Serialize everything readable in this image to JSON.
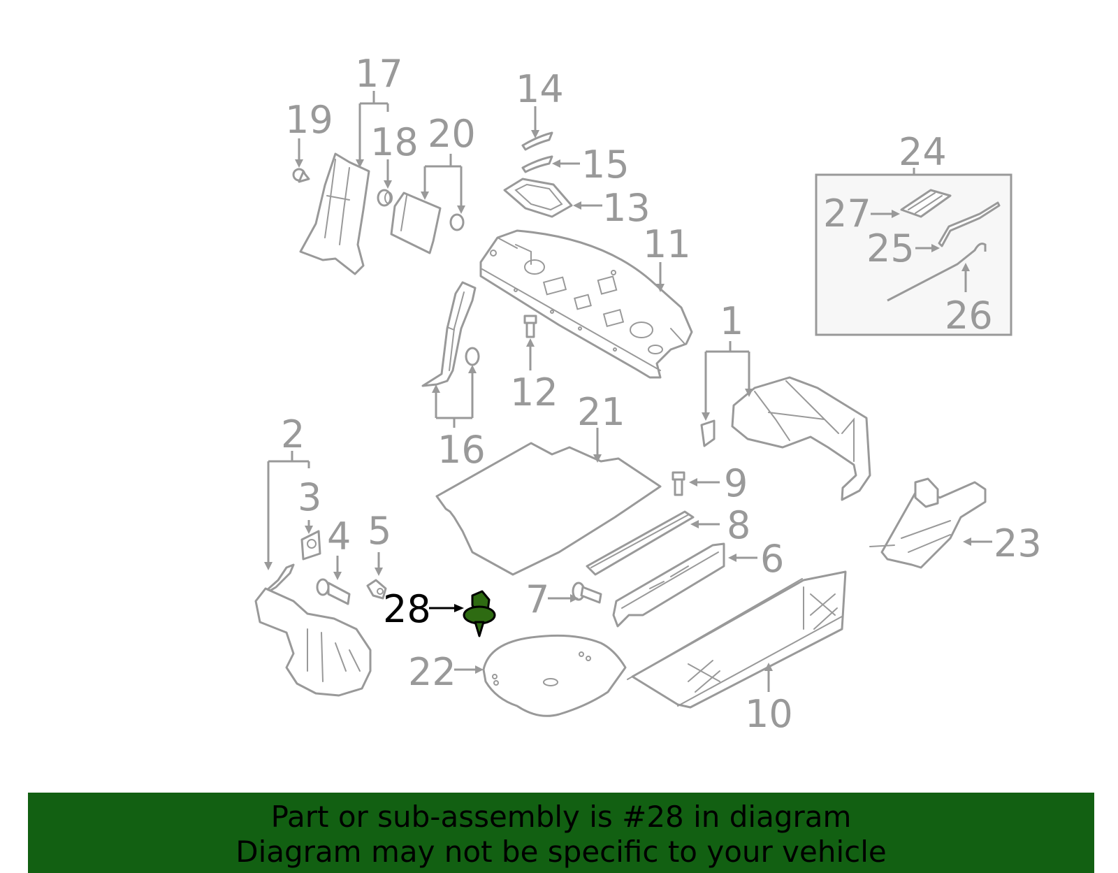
{
  "diagram": {
    "callouts": [
      "1",
      "2",
      "3",
      "4",
      "5",
      "6",
      "7",
      "8",
      "9",
      "10",
      "11",
      "12",
      "13",
      "14",
      "15",
      "16",
      "17",
      "18",
      "19",
      "20",
      "21",
      "22",
      "23",
      "24",
      "25",
      "26",
      "27"
    ],
    "highlighted_callout": "28",
    "colors": {
      "line_art": "#999999",
      "highlight_part": "#2e6b12",
      "highlight_label": "#000000",
      "banner_background": "#126012"
    }
  },
  "banner": {
    "line1": "Part or sub-assembly is #28 in diagram",
    "line2": "Diagram may not be specific to your vehicle"
  }
}
